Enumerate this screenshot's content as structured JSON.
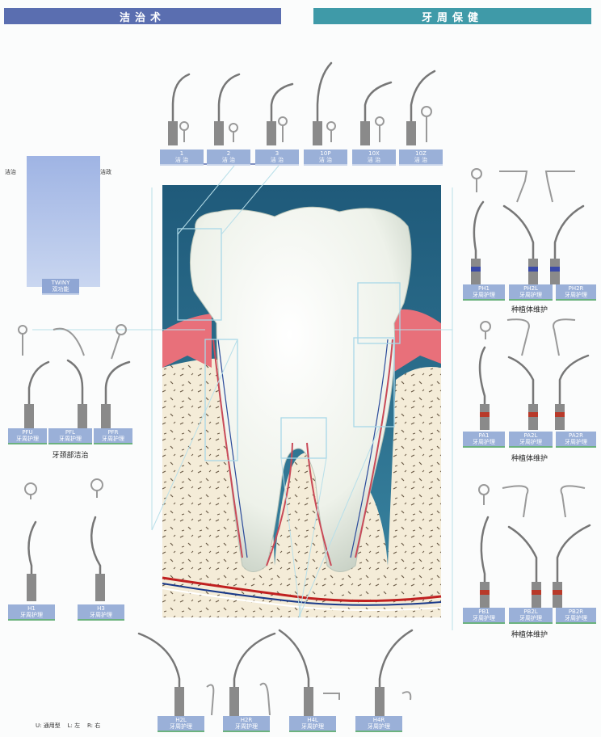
{
  "headers": {
    "left": "洁治术",
    "right": "牙周保健"
  },
  "top_tips": [
    {
      "code": "1",
      "name": "洁 治"
    },
    {
      "code": "2",
      "name": "洁 治"
    },
    {
      "code": "3",
      "name": "洁 治"
    },
    {
      "code": "10P",
      "name": "洁 治"
    },
    {
      "code": "10X",
      "name": "洁 治"
    },
    {
      "code": "10Z",
      "name": "洁 治"
    }
  ],
  "twiny": {
    "left": "洁治",
    "right": "洁政",
    "code": "TWINY",
    "name": "双功能"
  },
  "pf_tips": [
    {
      "code": "PFU",
      "name": "牙周护理"
    },
    {
      "code": "PFL",
      "name": "牙周护理"
    },
    {
      "code": "PFR",
      "name": "牙周护理"
    }
  ],
  "pf_caption": "牙颈部洁治",
  "h_tips": [
    {
      "code": "H1",
      "name": "牙周护理"
    },
    {
      "code": "H3",
      "name": "牙周护理"
    }
  ],
  "ph_tips": [
    {
      "code": "PH1",
      "name": "牙周护理"
    },
    {
      "code": "PH2L",
      "name": "牙周护理"
    },
    {
      "code": "PH2R",
      "name": "牙周护理"
    }
  ],
  "ph_caption": "种植体维护",
  "pa_tips": [
    {
      "code": "PA1",
      "name": "牙周护理"
    },
    {
      "code": "PA2L",
      "name": "牙周护理"
    },
    {
      "code": "PA2R",
      "name": "牙周护理"
    }
  ],
  "pa_caption": "种植体维护",
  "pb_tips": [
    {
      "code": "PB1",
      "name": "牙周护理"
    },
    {
      "code": "PB2L",
      "name": "牙周护理"
    },
    {
      "code": "PB2R",
      "name": "牙周护理"
    }
  ],
  "pb_caption": "种植体维护",
  "bottom_tips": [
    {
      "code": "H2L",
      "name": "牙周护理"
    },
    {
      "code": "H2R",
      "name": "牙周护理"
    },
    {
      "code": "H4L",
      "name": "牙周护理"
    },
    {
      "code": "H4R",
      "name": "牙周护理"
    }
  ],
  "legend": "U: 通用型    L: 左    R: 右"
}
